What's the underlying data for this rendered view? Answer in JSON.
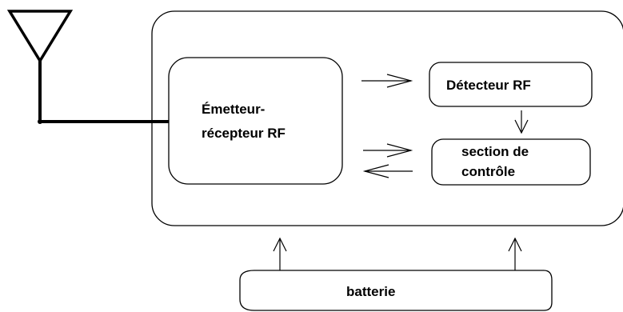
{
  "diagram": {
    "blocks": {
      "transceiver": {
        "line1": "Émetteur-",
        "line2": "récepteur RF"
      },
      "detector": {
        "label": "Détecteur RF"
      },
      "control": {
        "line1": "section de",
        "line2": "contrôle"
      },
      "battery": {
        "label": "batterie"
      }
    }
  }
}
